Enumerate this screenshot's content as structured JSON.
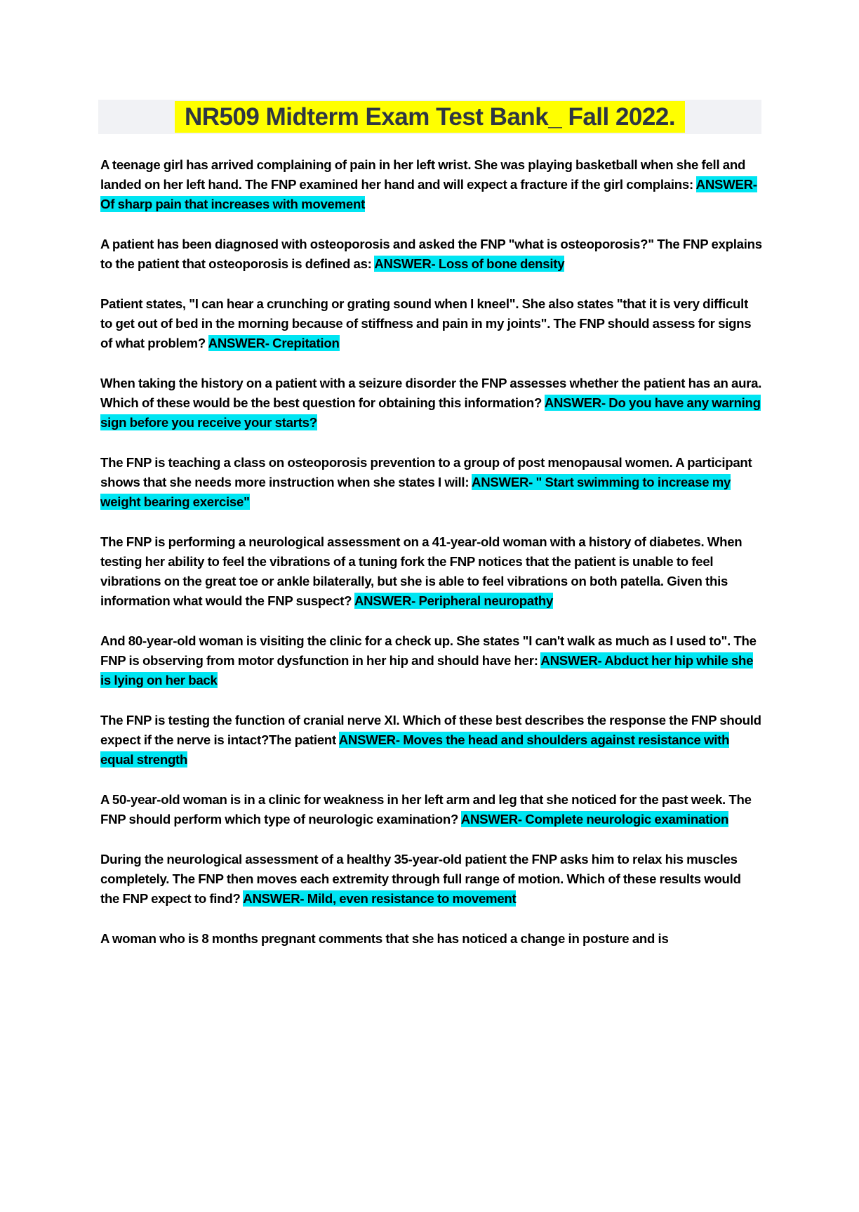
{
  "page": {
    "title": "NR509 Midterm Exam Test Bank_ Fall 2022.",
    "colors": {
      "title_band": "#f1f2f5",
      "title_highlight": "#ffff00",
      "title_text": "#2e3643",
      "answer_highlight": "#00e5f2",
      "body_text": "#000000"
    }
  },
  "qa_items": [
    {
      "question": "A teenage girl has arrived complaining of pain in her left wrist. She was playing basketball when she fell and landed on her left hand. The FNP examined her hand and will expect a fracture if the girl complains:",
      "answer": "ANSWER- Of sharp pain that increases with movement"
    },
    {
      "question": "A patient has been diagnosed with osteoporosis and asked the FNP \"what is osteoporosis?\" The FNP explains to the patient that osteoporosis is defined as:",
      "answer": "ANSWER- Loss of bone density"
    },
    {
      "question": "Patient states, \"I can hear a crunching or grating sound when I kneel\". She also states \"that it is very difficult to get out of bed in the morning because of stiffness and pain in my joints\". The FNP should assess for signs of what problem?",
      "answer": "ANSWER- Crepitation"
    },
    {
      "question": "When taking the history on a patient with a seizure disorder the FNP assesses whether the patient has an aura. Which of these would be the best question for obtaining this information?",
      "answer": "ANSWER- Do you have any warning sign before you receive your starts?"
    },
    {
      "question": "The FNP is teaching a class on osteoporosis prevention to a group of post menopausal women. A participant shows that she needs more instruction when she states I will:",
      "answer": "ANSWER- \" Start swimming to increase my weight bearing exercise\""
    },
    {
      "question": "The FNP is performing a neurological assessment on a 41-year-old woman with a history of diabetes. When testing her ability to feel the vibrations of a tuning fork the FNP notices that the patient is unable to feel vibrations on the great toe or ankle bilaterally, but she is able to feel vibrations on both patella. Given this information what would the FNP suspect?",
      "answer": "ANSWER- Peripheral neuropathy"
    },
    {
      "question": "And 80-year-old woman is visiting the clinic for a check up. She states \"I can't walk as much as I used to\". The FNP is observing from motor dysfunction in her hip and should have her:",
      "answer": "ANSWER- Abduct her hip while she is lying on her back"
    },
    {
      "question": "The FNP is testing the function of cranial nerve XI. Which of these best describes the response the FNP should expect if the nerve is intact?The patient",
      "answer": "ANSWER- Moves the head and shoulders against resistance with equal strength"
    },
    {
      "question": "A 50-year-old woman is in a clinic for weakness in her left arm and leg that she noticed for the past week. The FNP should perform which type of neurologic examination?",
      "answer": "ANSWER- Complete neurologic examination"
    },
    {
      "question": "During the neurological assessment of a healthy 35-year-old patient the FNP asks him to relax his muscles completely. The FNP then moves each extremity through full range of motion. Which of these results would the FNP expect to find?",
      "answer": "ANSWER- Mild, even resistance to movement"
    },
    {
      "question": "A woman who is 8 months pregnant comments that she has noticed a change in posture and is",
      "answer": ""
    }
  ]
}
